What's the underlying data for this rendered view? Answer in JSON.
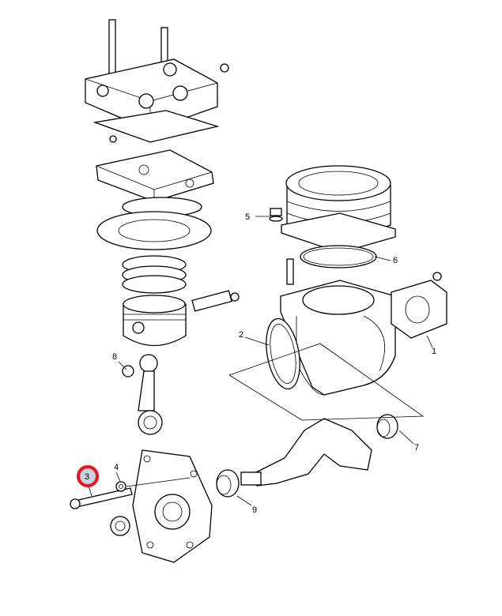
{
  "diagram": {
    "title": "Compressor exploded view",
    "callouts": [
      {
        "id": "1",
        "label": "1"
      },
      {
        "id": "2",
        "label": "2"
      },
      {
        "id": "3",
        "label": "3",
        "highlighted": true
      },
      {
        "id": "4",
        "label": "4"
      },
      {
        "id": "5",
        "label": "5"
      },
      {
        "id": "6",
        "label": "6"
      },
      {
        "id": "7",
        "label": "7"
      },
      {
        "id": "8",
        "label": "8"
      },
      {
        "id": "9",
        "label": "9"
      }
    ],
    "highlight_color": "#e8141e",
    "highlight_fill": "#c9d3e0"
  }
}
